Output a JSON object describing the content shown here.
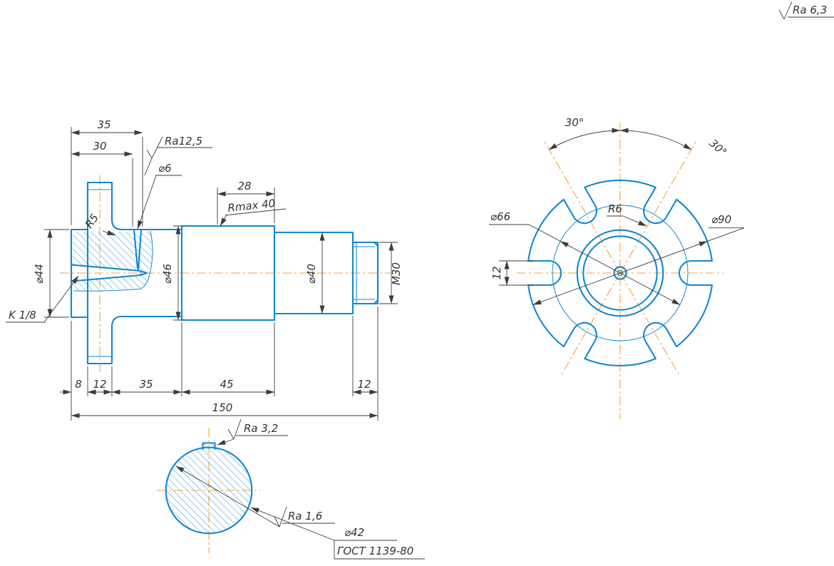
{
  "general_roughness": "Ra 6,3",
  "main_view": {
    "dim_35_top": "35",
    "dim_30": "30",
    "roughness_hub": "Ra12,5",
    "hole_dia": "⌀6",
    "dim_28": "28",
    "rmax_note": "Rmax 40",
    "fillet": "R5",
    "dia_44": "⌀44",
    "dia_46": "⌀46",
    "dia_40": "⌀40",
    "thread": "M30",
    "taper_note": "K 1/8",
    "dim_8": "8",
    "dim_12_left": "12",
    "dim_35_bottom": "35",
    "dim_45": "45",
    "dim_12_right": "12",
    "dim_150": "150"
  },
  "end_view": {
    "angle_left": "30°",
    "angle_right": "30°",
    "dia_66": "⌀66",
    "slot_radius": "R6",
    "dia_90": "⌀90",
    "slot_width": "12"
  },
  "section_view": {
    "roughness_top": "Ra 3,2",
    "roughness_side": "Ra 1,6",
    "dia_42": "⌀42",
    "spline_standard": "ГОСТ 1139-80"
  },
  "colors": {
    "outline_blue": "#1287cf",
    "centerline_orange": "#f2a53c",
    "dimension_gray": "#3d3d3d"
  }
}
